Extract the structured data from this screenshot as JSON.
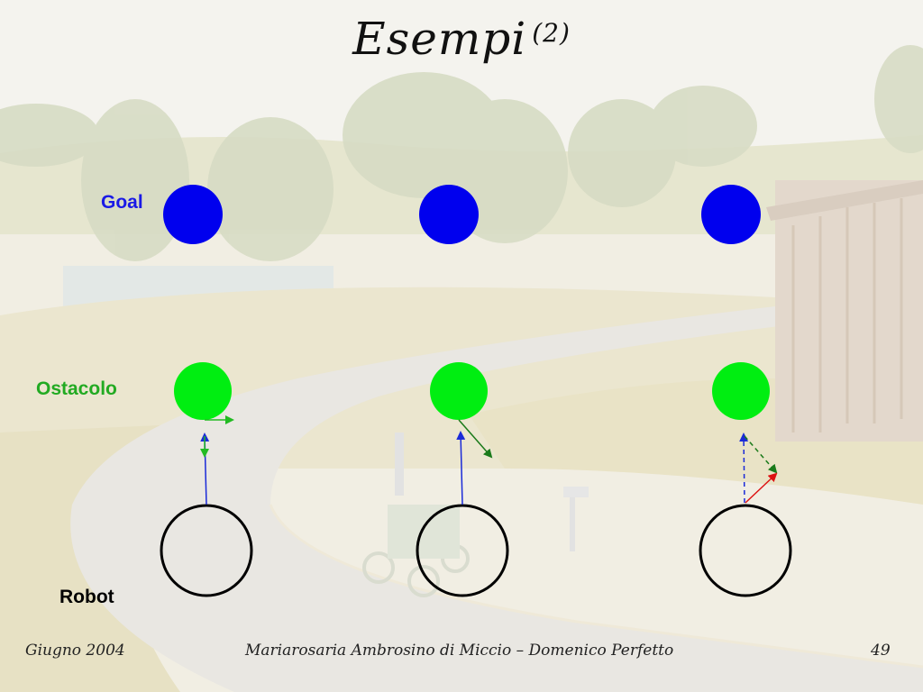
{
  "slide": {
    "title": "Esempi",
    "title_sup": "(2)"
  },
  "labels": {
    "goal": "Goal",
    "obstacle": "Ostacolo",
    "robot": "Robot"
  },
  "footer": {
    "date": "Giugno 2004",
    "authors": "Mariarosaria Ambrosino di Miccio – Domenico Perfetto",
    "page": "49"
  },
  "colors": {
    "goal": "#0000ee",
    "obstacle": "#00ee11",
    "robot_stroke": "#000000",
    "goal_vector": "#1a2ad8",
    "obstacle_vector": "#22bb22",
    "obstacle_vector_dark": "#1a7a1a",
    "result_vector": "#dd1111"
  }
}
